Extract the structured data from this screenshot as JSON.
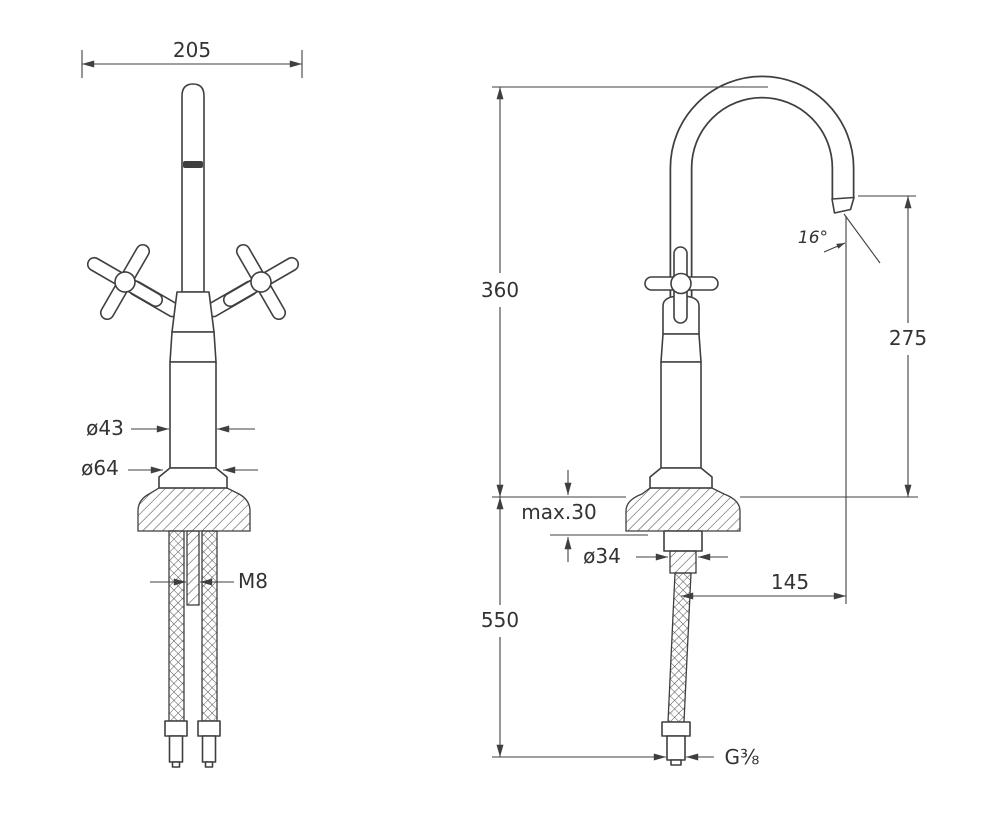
{
  "colors": {
    "line": "#3f3f3f",
    "background": "#ffffff"
  },
  "front_view": {
    "overall_width": "205",
    "body_diameter": "ø43",
    "base_diameter": "ø64",
    "stud_thread": "M8"
  },
  "side_view": {
    "height_above_deck": "360",
    "below_deck_length": "550",
    "outlet_height": "275",
    "outlet_reach": "145",
    "outlet_angle": "16°",
    "max_counter_thickness": "max.30",
    "hole_diameter": "ø34",
    "hose_thread": "G⅜"
  }
}
